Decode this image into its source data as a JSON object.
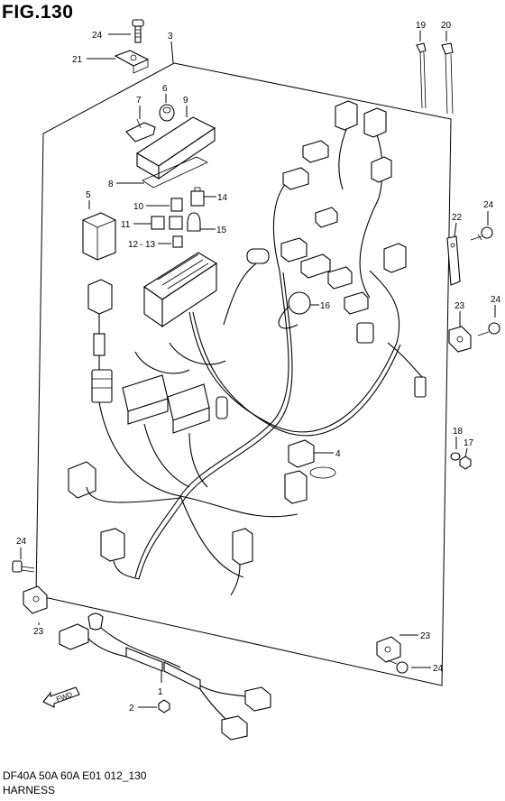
{
  "figure": {
    "title": "FIG.130",
    "model_code": "DF40A 50A 60A E01 012_130",
    "name": "HARNESS",
    "fwd_label": "FWD"
  },
  "callouts": [
    {
      "id": "c1",
      "text": "1"
    },
    {
      "id": "c2",
      "text": "2"
    },
    {
      "id": "c3",
      "text": "3"
    },
    {
      "id": "c4",
      "text": "4"
    },
    {
      "id": "c5",
      "text": "5"
    },
    {
      "id": "c6",
      "text": "6"
    },
    {
      "id": "c7",
      "text": "7"
    },
    {
      "id": "c8",
      "text": "8"
    },
    {
      "id": "c9",
      "text": "9"
    },
    {
      "id": "c10",
      "text": "10"
    },
    {
      "id": "c11",
      "text": "11"
    },
    {
      "id": "c12",
      "text": "12"
    },
    {
      "id": "c13",
      "text": "13"
    },
    {
      "id": "c14",
      "text": "14"
    },
    {
      "id": "c15",
      "text": "15"
    },
    {
      "id": "c16",
      "text": "16"
    },
    {
      "id": "c17",
      "text": "17"
    },
    {
      "id": "c18",
      "text": "18"
    },
    {
      "id": "c19",
      "text": "19"
    },
    {
      "id": "c20",
      "text": "20"
    },
    {
      "id": "c21",
      "text": "21"
    },
    {
      "id": "c22",
      "text": "22"
    },
    {
      "id": "c23a",
      "text": "23"
    },
    {
      "id": "c23b",
      "text": "23"
    },
    {
      "id": "c23c",
      "text": "23"
    },
    {
      "id": "c24a",
      "text": "24"
    },
    {
      "id": "c24b",
      "text": "24"
    },
    {
      "id": "c24c",
      "text": "24"
    },
    {
      "id": "c24d",
      "text": "24"
    },
    {
      "id": "c24e",
      "text": "24"
    }
  ]
}
